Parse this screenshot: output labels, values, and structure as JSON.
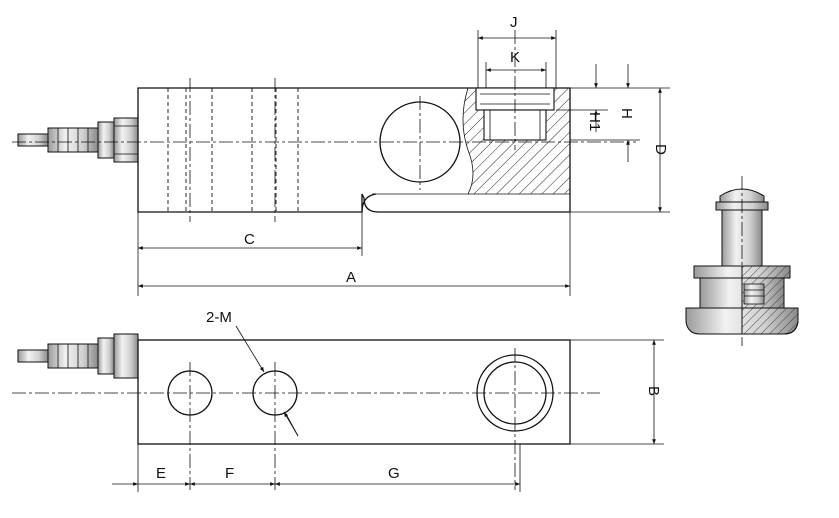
{
  "labels": {
    "J": "J",
    "K": "K",
    "H1": "H1",
    "H": "H",
    "D": "D",
    "C": "C",
    "A": "A",
    "M": "2-M",
    "B": "B",
    "E": "E",
    "F": "F",
    "G": "G"
  }
}
